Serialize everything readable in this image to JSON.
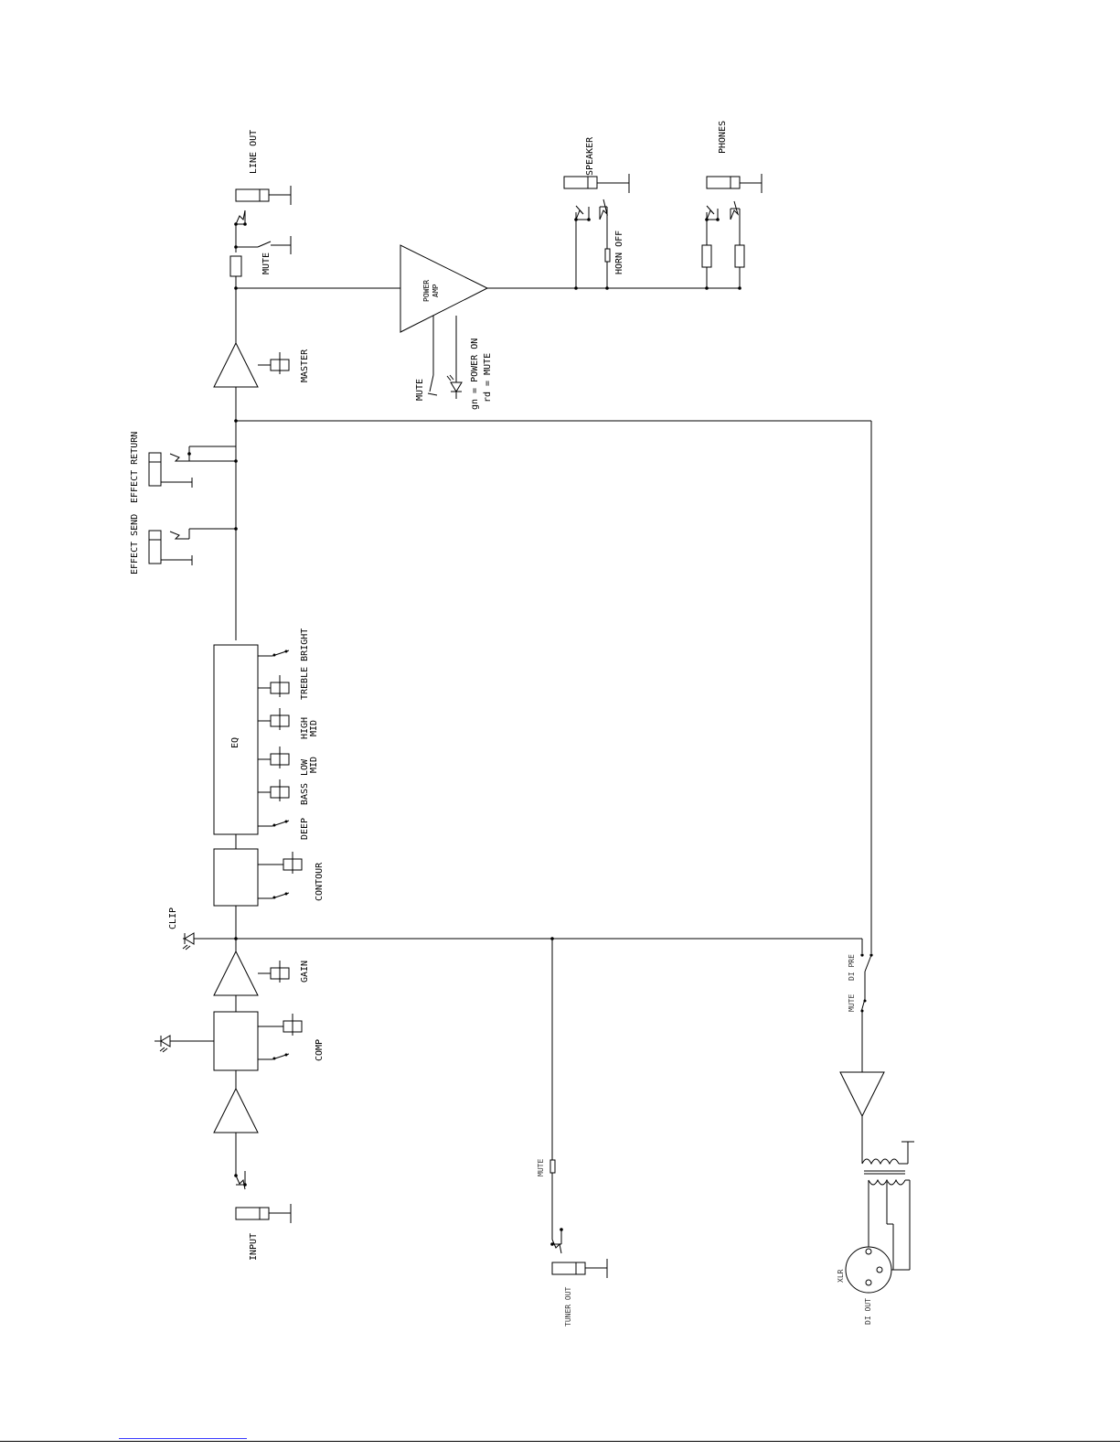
{
  "labels": {
    "line_out": "LINE OUT",
    "mute_line": "MUTE",
    "power_amp_1": "POWER",
    "power_amp_2": "AMP",
    "mute_amp": "MUTE",
    "led_gn": "gn = POWER ON",
    "led_rd": "rd = MUTE",
    "speaker": "SPEAKER",
    "horn_off": "HORN OFF",
    "phones": "PHONES",
    "master": "MASTER",
    "effect_return": "EFFECT RETURN",
    "effect_send": "EFFECT SEND",
    "eq": "EQ",
    "treble_bright": "TREBLE BRIGHT",
    "high_1": "HIGH",
    "high_2": "MID",
    "low_1": "LOW",
    "low_2": "MID",
    "bass": "BASS",
    "deep": "DEEP",
    "contour": "CONTOUR",
    "clip": "CLIP",
    "gain": "GAIN",
    "comp": "COMP",
    "input": "INPUT",
    "mute_tuner": "MUTE",
    "tuner_out": "TUNER OUT",
    "di_pre": "DI PRE",
    "mute_di": "MUTE",
    "xlr": "XLR",
    "di_out": "DI OUT"
  }
}
